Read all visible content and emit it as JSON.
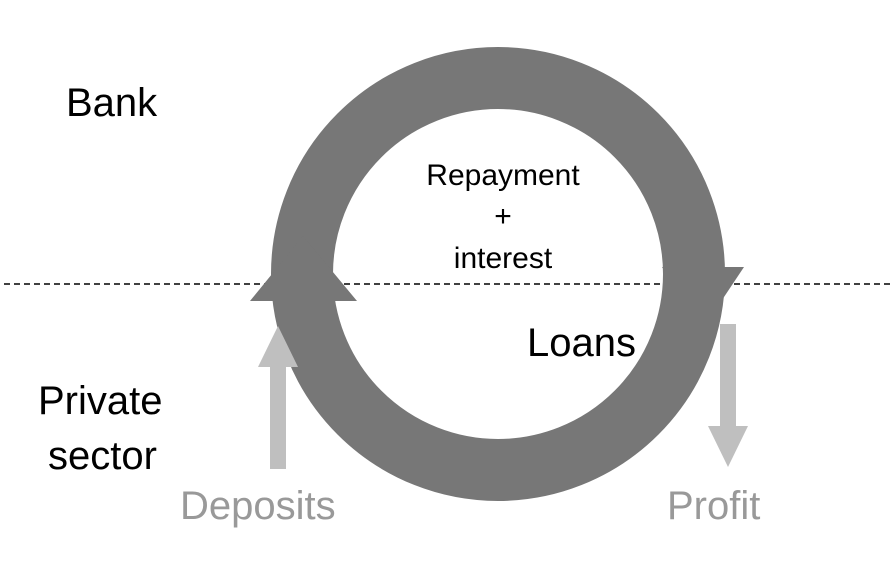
{
  "labels": {
    "bank": "Bank",
    "private_sector_line1": "Private",
    "private_sector_line2": "sector",
    "repayment_line1": "Repayment",
    "repayment_line2": "+",
    "repayment_line3": "interest",
    "loans": "Loans",
    "deposits": "Deposits",
    "profit": "Profit"
  },
  "colors": {
    "cycle": "#777777",
    "side_arrows": "#bfbfbf",
    "muted_text": "#999999",
    "divider": "#000000"
  }
}
